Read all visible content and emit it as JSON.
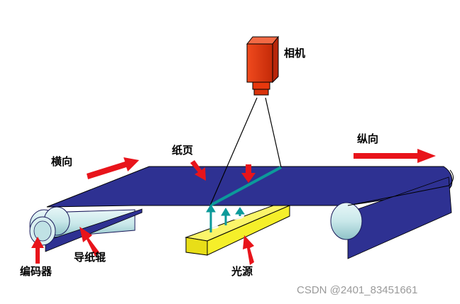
{
  "labels": {
    "camera": "相机",
    "paper": "纸页",
    "transverse": "横向",
    "longitudinal": "纵向",
    "guide_roller": "导纸辊",
    "encoder": "编码器",
    "light_source": "光源"
  },
  "watermark": "CSDN @2401_83451661",
  "colors": {
    "paper_belt": "#2e3192",
    "roller": "#c9e8ea",
    "camera": "#e8380d",
    "light_source": "#f5ef2a",
    "scan_line": "#0c9a9a",
    "arrow": "#e8141b"
  }
}
